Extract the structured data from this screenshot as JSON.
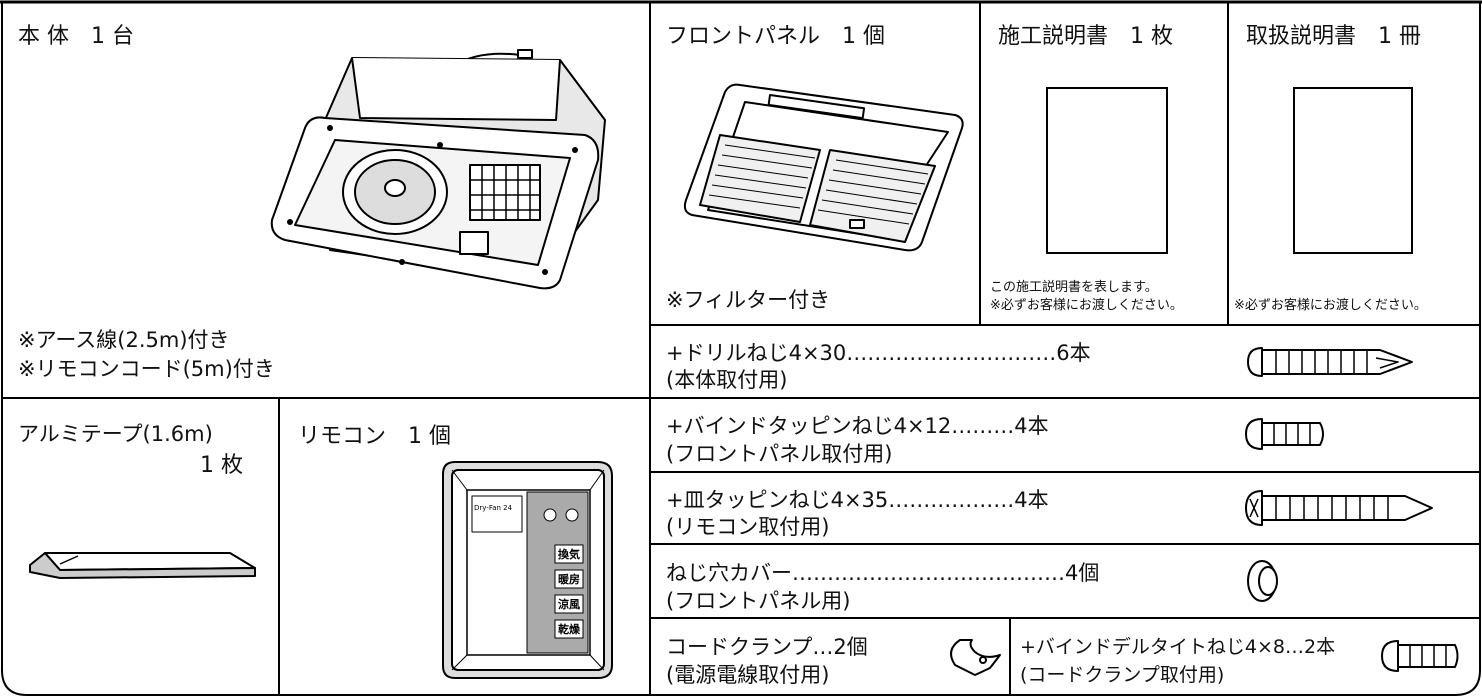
{
  "main_unit": {
    "title": "本 体　1 台",
    "notes": [
      "※アース線(2.5m)付き",
      "※リモコンコード(5m)付き"
    ],
    "image_icon": "ventilation-unit-illustration"
  },
  "front_panel": {
    "title": "フロントパネル　1 個",
    "note": "※フィルター付き",
    "image_icon": "front-panel-illustration"
  },
  "install_manual": {
    "title": "施工説明書　1 枚",
    "notes": [
      "この施工説明書を表します。",
      "※必ずお客様にお渡しください。"
    ]
  },
  "user_manual": {
    "title": "取扱説明書　1 冊",
    "note": "※必ずお客様にお渡しください。"
  },
  "aluminum_tape": {
    "title": "アルミテープ(1.6m)",
    "qty": "1 枚"
  },
  "remote": {
    "title": "リモコン　1 個",
    "brand": "Dry-Fan 24",
    "buttons": [
      "換気",
      "暖房",
      "涼風",
      "乾燥"
    ]
  },
  "screws": [
    {
      "name": "+ドリルねじ4×30",
      "leader": "…………………………",
      "qty": "6本",
      "use": "(本体取付用)",
      "icon": "drill-screw-icon"
    },
    {
      "name": "+バインドタッピンねじ4×12",
      "leader": "………",
      "qty": "4本",
      "use": "(フロントパネル取付用)",
      "icon": "bind-tapping-screw-icon"
    },
    {
      "name": "+皿タッピンねじ4×35",
      "leader": "………………",
      "qty": "4本",
      "use": "(リモコン取付用)",
      "icon": "flat-tapping-screw-icon"
    },
    {
      "name": "ねじ穴カバー",
      "leader": "…………………………………",
      "qty": "4個",
      "use": "(フロントパネル用)",
      "icon": "screw-hole-cover-icon"
    }
  ],
  "cord_clamp": {
    "name": "コードクランプ",
    "leader": "…",
    "qty": "2個",
    "use": "(電源電線取付用)",
    "icon": "cord-clamp-icon"
  },
  "delta_screw": {
    "name": "+バインドデルタイトねじ4×8",
    "leader": "…",
    "qty": "2本",
    "use": "(コードクランプ取付用)",
    "icon": "bind-delta-screw-icon"
  }
}
